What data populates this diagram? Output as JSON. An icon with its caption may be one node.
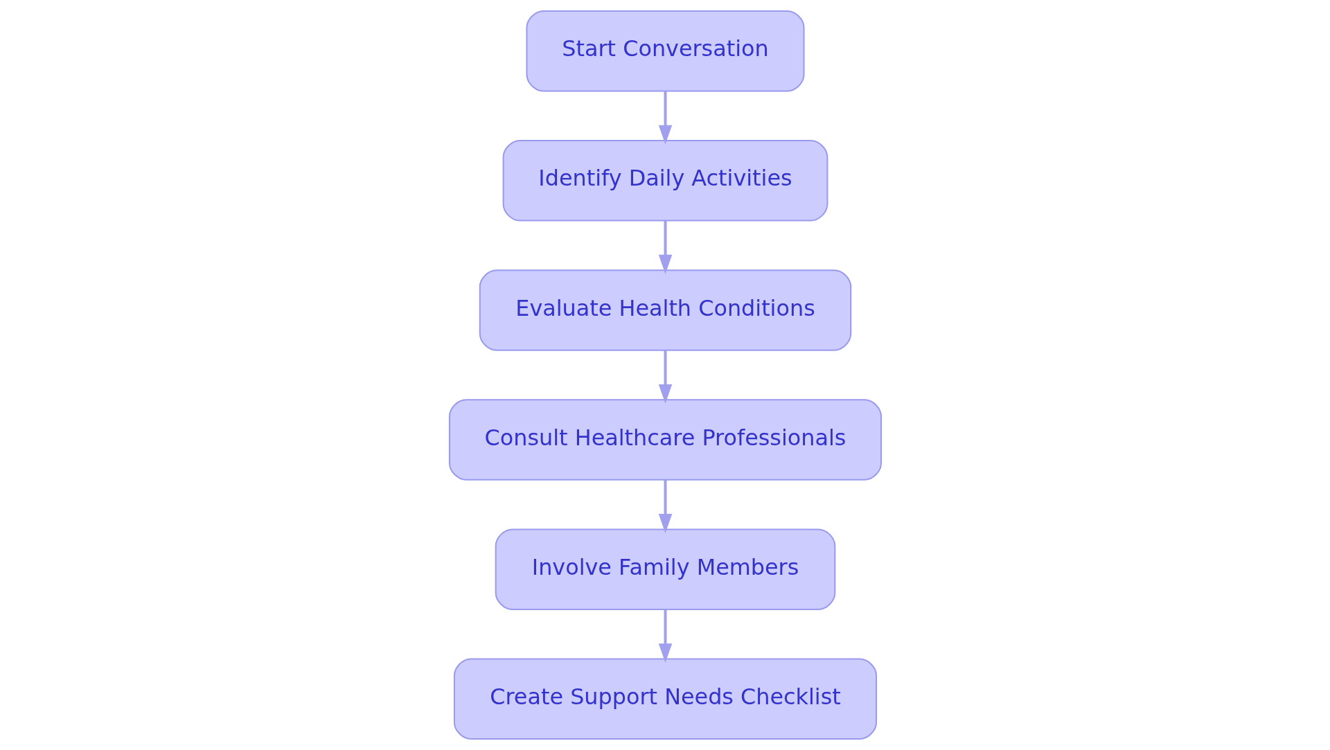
{
  "diagram": {
    "nodes": [
      {
        "text": [
          "Start Conversation"
        ]
      },
      {
        "text": [
          "Identify Daily Activities"
        ]
      },
      {
        "text": [
          "Evaluate Health Conditions"
        ]
      },
      {
        "text": [
          "Consult Healthcare Professionals"
        ]
      },
      {
        "text": [
          "Involve Family Members"
        ]
      },
      {
        "text": [
          "Create Support Needs Checklist"
        ]
      }
    ],
    "edges": [
      {
        "from": 0,
        "to": 1,
        "arrow": "to"
      },
      {
        "from": 1,
        "to": 2,
        "arrow": "to"
      },
      {
        "from": 2,
        "to": 3,
        "arrow": "to"
      },
      {
        "from": 3,
        "to": 4,
        "arrow": "to"
      },
      {
        "from": 4,
        "to": 5,
        "arrow": "to"
      }
    ]
  }
}
